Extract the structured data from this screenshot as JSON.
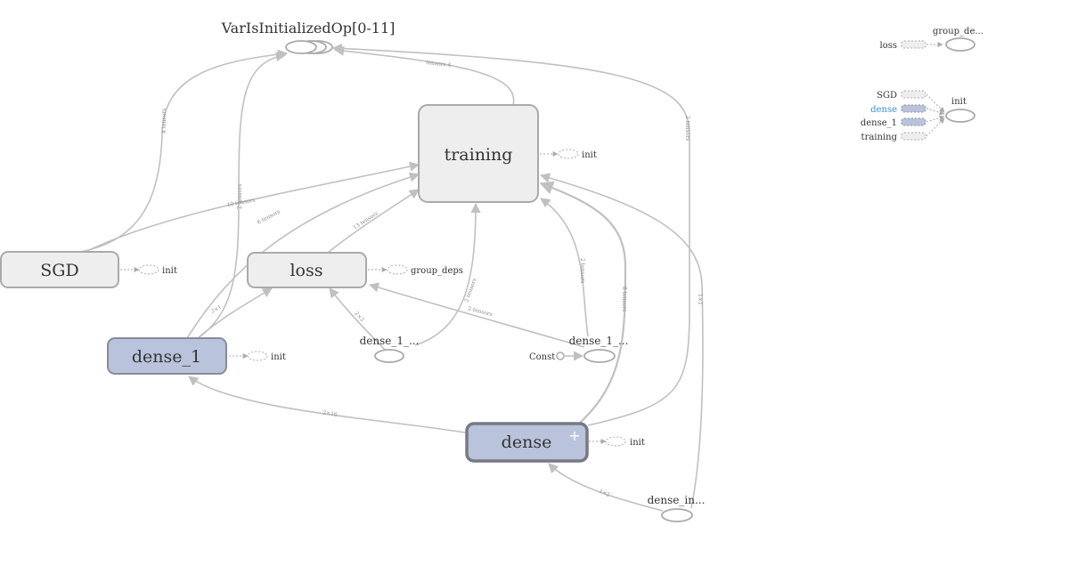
{
  "graph": {
    "nodes": {
      "varis": "VarIsInitializedOp[0-11]",
      "training": "training",
      "sgd": "SGD",
      "loss": "loss",
      "dense_1": "dense_1",
      "dense": "dense",
      "dense_1_a": "dense_1_...",
      "dense_1_b": "dense_1_...",
      "const": "Const",
      "dense_in": "dense_in..."
    },
    "aux": {
      "training_init": "init",
      "sgd_init": "init",
      "loss_group": "group_deps",
      "dense1_init": "init",
      "dense_init": "init"
    },
    "expand_symbol": "+",
    "edge_labels": {
      "sgd_varis": "4 tensors",
      "dense1_varis": "2 tensors",
      "training_varis": "tensors 4",
      "dense_varis": "2 tensors",
      "sgd_training": "10 tensors",
      "dense1_training": "6 tensors",
      "loss_training": "13 tensors",
      "d1a_training": "2 tensors",
      "d1b_training": "2 tensors",
      "dense_training": "8 tensors",
      "densein_training": "1×1",
      "dense1_loss": "2×1",
      "d1a_loss": "2×3",
      "d1b_loss": "2 tensors",
      "dense_dense1": "2×16",
      "densein_dense": "1×2"
    }
  },
  "aux_panel": {
    "group1": {
      "title": "group_de...",
      "items": [
        "loss"
      ]
    },
    "group2": {
      "title": "init",
      "items": [
        "SGD",
        "dense",
        "dense_1",
        "training"
      ]
    }
  }
}
